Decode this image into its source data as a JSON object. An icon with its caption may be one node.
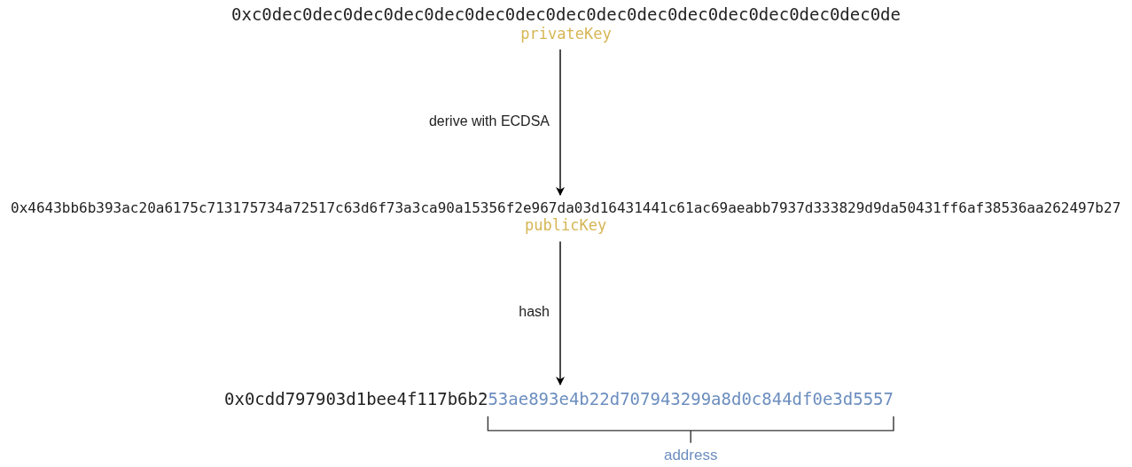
{
  "diagram": {
    "nodes": [
      {
        "text": [
          "0xc0dec0dec0dec0dec0dec0dec0dec0dec0dec0dec0dec0dec0dec0dec0dec0de",
          "privateKey"
        ]
      },
      {
        "text": [
          "0x4643bb6b393ac20a6175c713175734a72517c63d6f73a3ca90a15356f2e967da03d16431441c61ac69aeabb7937d333829d9da50431ff6af38536aa262497b27",
          "publicKey"
        ]
      },
      {
        "text": [
          "0x0cdd797903d1bee4f117b6b2",
          "53ae893e4b22d707943299a8d0c844df0e3d5557"
        ]
      }
    ],
    "edges": [
      {
        "from": 0,
        "to": 1,
        "arrow": "to",
        "label": "derive with ECDSA"
      },
      {
        "from": 1,
        "to": 2,
        "arrow": "to",
        "label": "hash"
      }
    ],
    "labels": [
      "address"
    ]
  }
}
